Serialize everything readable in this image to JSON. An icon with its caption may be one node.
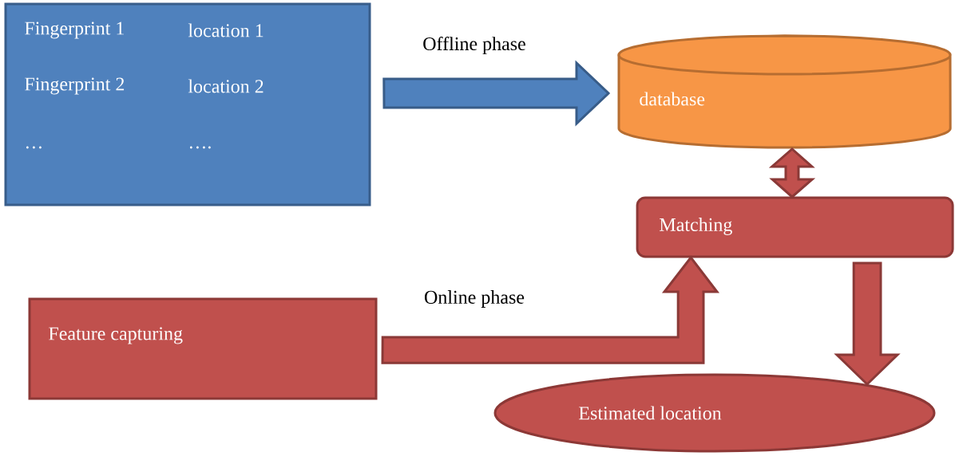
{
  "diagram": {
    "nodes": [
      {
        "text": [
          "Fingerprint 1",
          "location 1",
          "Fingerprint 2",
          "location 2",
          "…",
          "…."
        ]
      },
      {
        "text": [
          "database"
        ]
      },
      {
        "text": [
          "Matching"
        ]
      },
      {
        "text": [
          "Feature capturing"
        ]
      },
      {
        "text": [
          "Estimated location"
        ]
      }
    ],
    "edges": [
      {
        "from": 0,
        "to": 1,
        "arrow": "to",
        "label": "Offline phase",
        "color": "#4f81bd"
      },
      {
        "from": 1,
        "to": 2,
        "arrow": "both"
      },
      {
        "from": 3,
        "to": 2,
        "arrow": "to",
        "label": "Online phase"
      },
      {
        "from": 2,
        "to": 4,
        "arrow": "to"
      }
    ]
  }
}
